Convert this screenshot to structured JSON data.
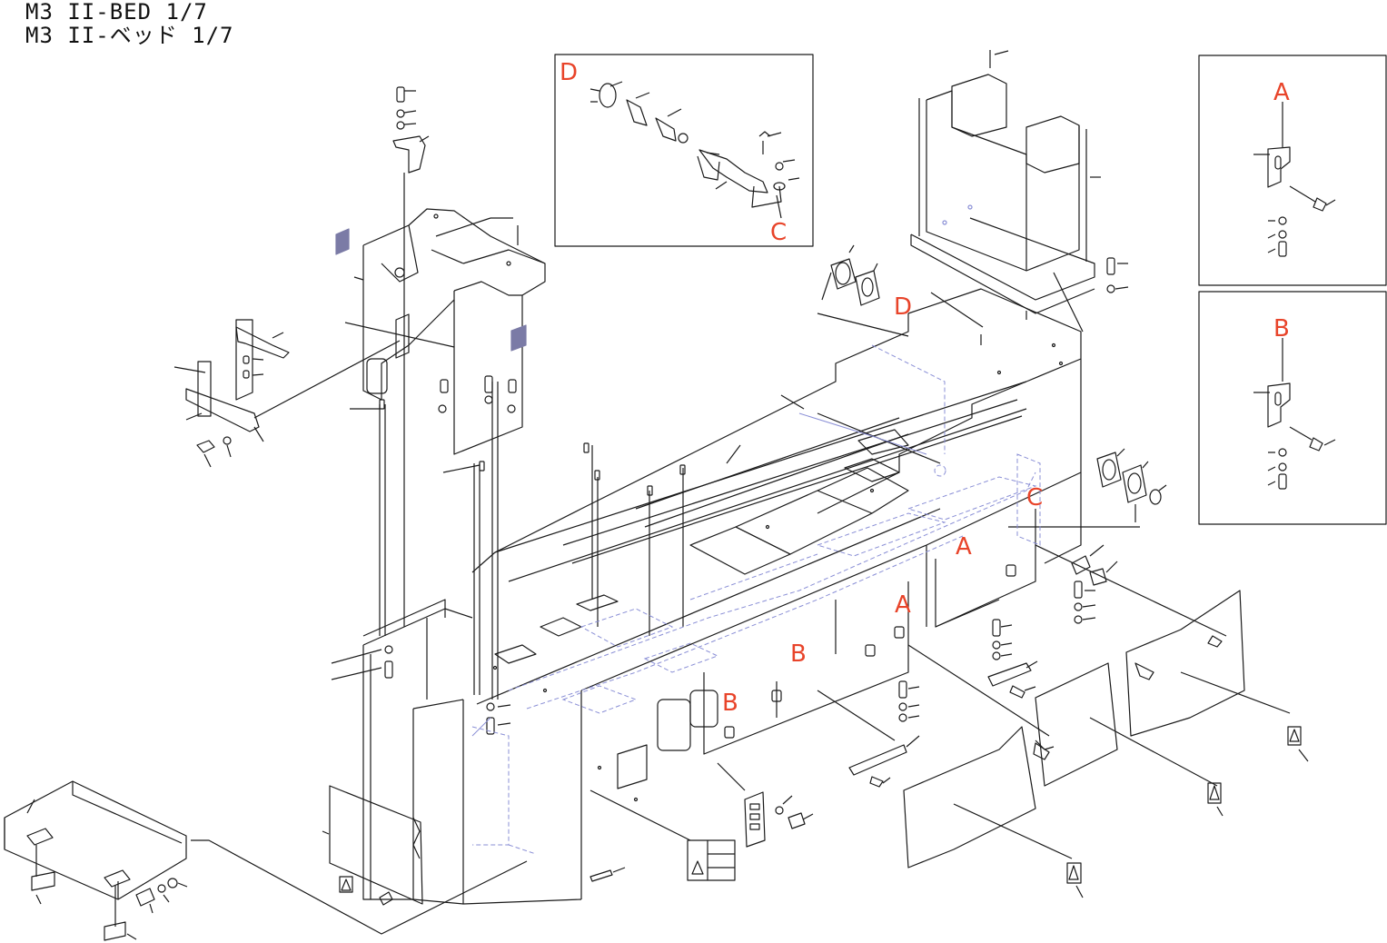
{
  "title": {
    "line1": "M3 II-BED  1/7",
    "line2": "M3 II-ベッド  1/7"
  },
  "colors": {
    "line": "#1a1a1a",
    "hidden": "#8a8fd6",
    "callout": "#e8442a",
    "shade": "#7b7ba6"
  },
  "callouts": {
    "A": "A",
    "B": "B",
    "C": "C",
    "D": "D"
  }
}
